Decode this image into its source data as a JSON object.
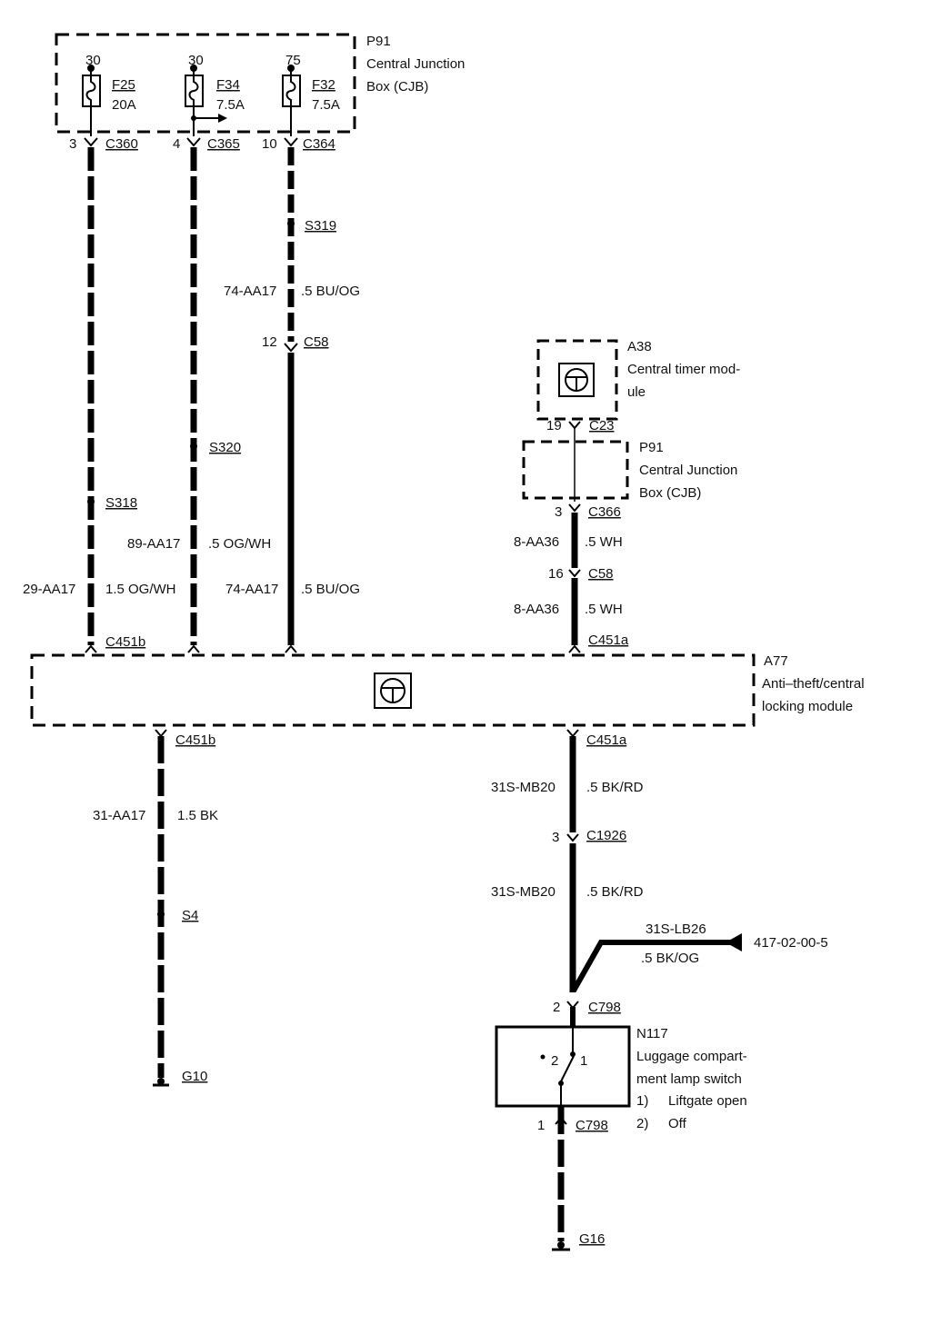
{
  "cjb_top": {
    "id": "P91",
    "name_line1": "Central Junction",
    "name_line2": "Box (CJB)",
    "fuses": [
      {
        "circuit": "30",
        "id": "F25",
        "rating": "20A",
        "pin": "3",
        "connector": "C360"
      },
      {
        "circuit": "30",
        "id": "F34",
        "rating": "7.5A",
        "pin": "4",
        "connector": "C365"
      },
      {
        "circuit": "75",
        "id": "F32",
        "rating": "7.5A",
        "pin": "10",
        "connector": "C364"
      }
    ]
  },
  "splices": {
    "s318": "S318",
    "s320": "S320",
    "s319": "S319",
    "s4": "S4"
  },
  "wires": {
    "w1": {
      "code": "29-AA17",
      "spec": "1.5 OG/WH"
    },
    "w2": {
      "code": "89-AA17",
      "spec": ".5 OG/WH"
    },
    "w3a": {
      "code": "74-AA17",
      "spec": ".5 BU/OG"
    },
    "w3b": {
      "code": "74-AA17",
      "spec": ".5 BU/OG"
    },
    "w4a": {
      "code": "8-AA36",
      "spec": ".5 WH"
    },
    "w4b": {
      "code": "8-AA36",
      "spec": ".5 WH"
    },
    "w5": {
      "code": "31-AA17",
      "spec": "1.5 BK"
    },
    "w6a": {
      "code": "31S-MB20",
      "spec": ".5 BK/RD"
    },
    "w6b": {
      "code": "31S-MB20",
      "spec": ".5 BK/RD"
    },
    "branch": {
      "code": "31S-LB26",
      "spec": ".5 BK/OG",
      "ref": "417-02-00-5"
    }
  },
  "c58_left": {
    "pin": "12",
    "connector": "C58"
  },
  "timer_module": {
    "id": "A38",
    "line1": "Central timer mod-",
    "line2": "ule",
    "pin": "19",
    "connector": "C23"
  },
  "cjb_mid": {
    "id": "P91",
    "line1": "Central Junction",
    "line2": "Box (CJB)",
    "pin": "3",
    "connector": "C366"
  },
  "c58_right": {
    "pin": "16",
    "connector": "C58"
  },
  "module_a77": {
    "id": "A77",
    "line1": "Anti–theft/central",
    "line2": "locking module",
    "conn_top_left": "C451b",
    "conn_top_right": "C451a",
    "conn_bottom_left": "C451b",
    "conn_bottom_right": "C451a"
  },
  "c1926": {
    "pin": "3",
    "connector": "C1926"
  },
  "switch": {
    "id": "N117",
    "line1": "Luggage compart-",
    "line2": "ment lamp switch",
    "opt1_num": "1)",
    "opt1_label": "Liftgate open",
    "opt2_num": "2)",
    "opt2_label": "Off",
    "pos1": "1",
    "pos2": "2",
    "top_pin": "2",
    "top_connector": "C798",
    "bottom_pin": "1",
    "bottom_connector": "C798"
  },
  "grounds": {
    "g10": "G10",
    "g16": "G16"
  }
}
